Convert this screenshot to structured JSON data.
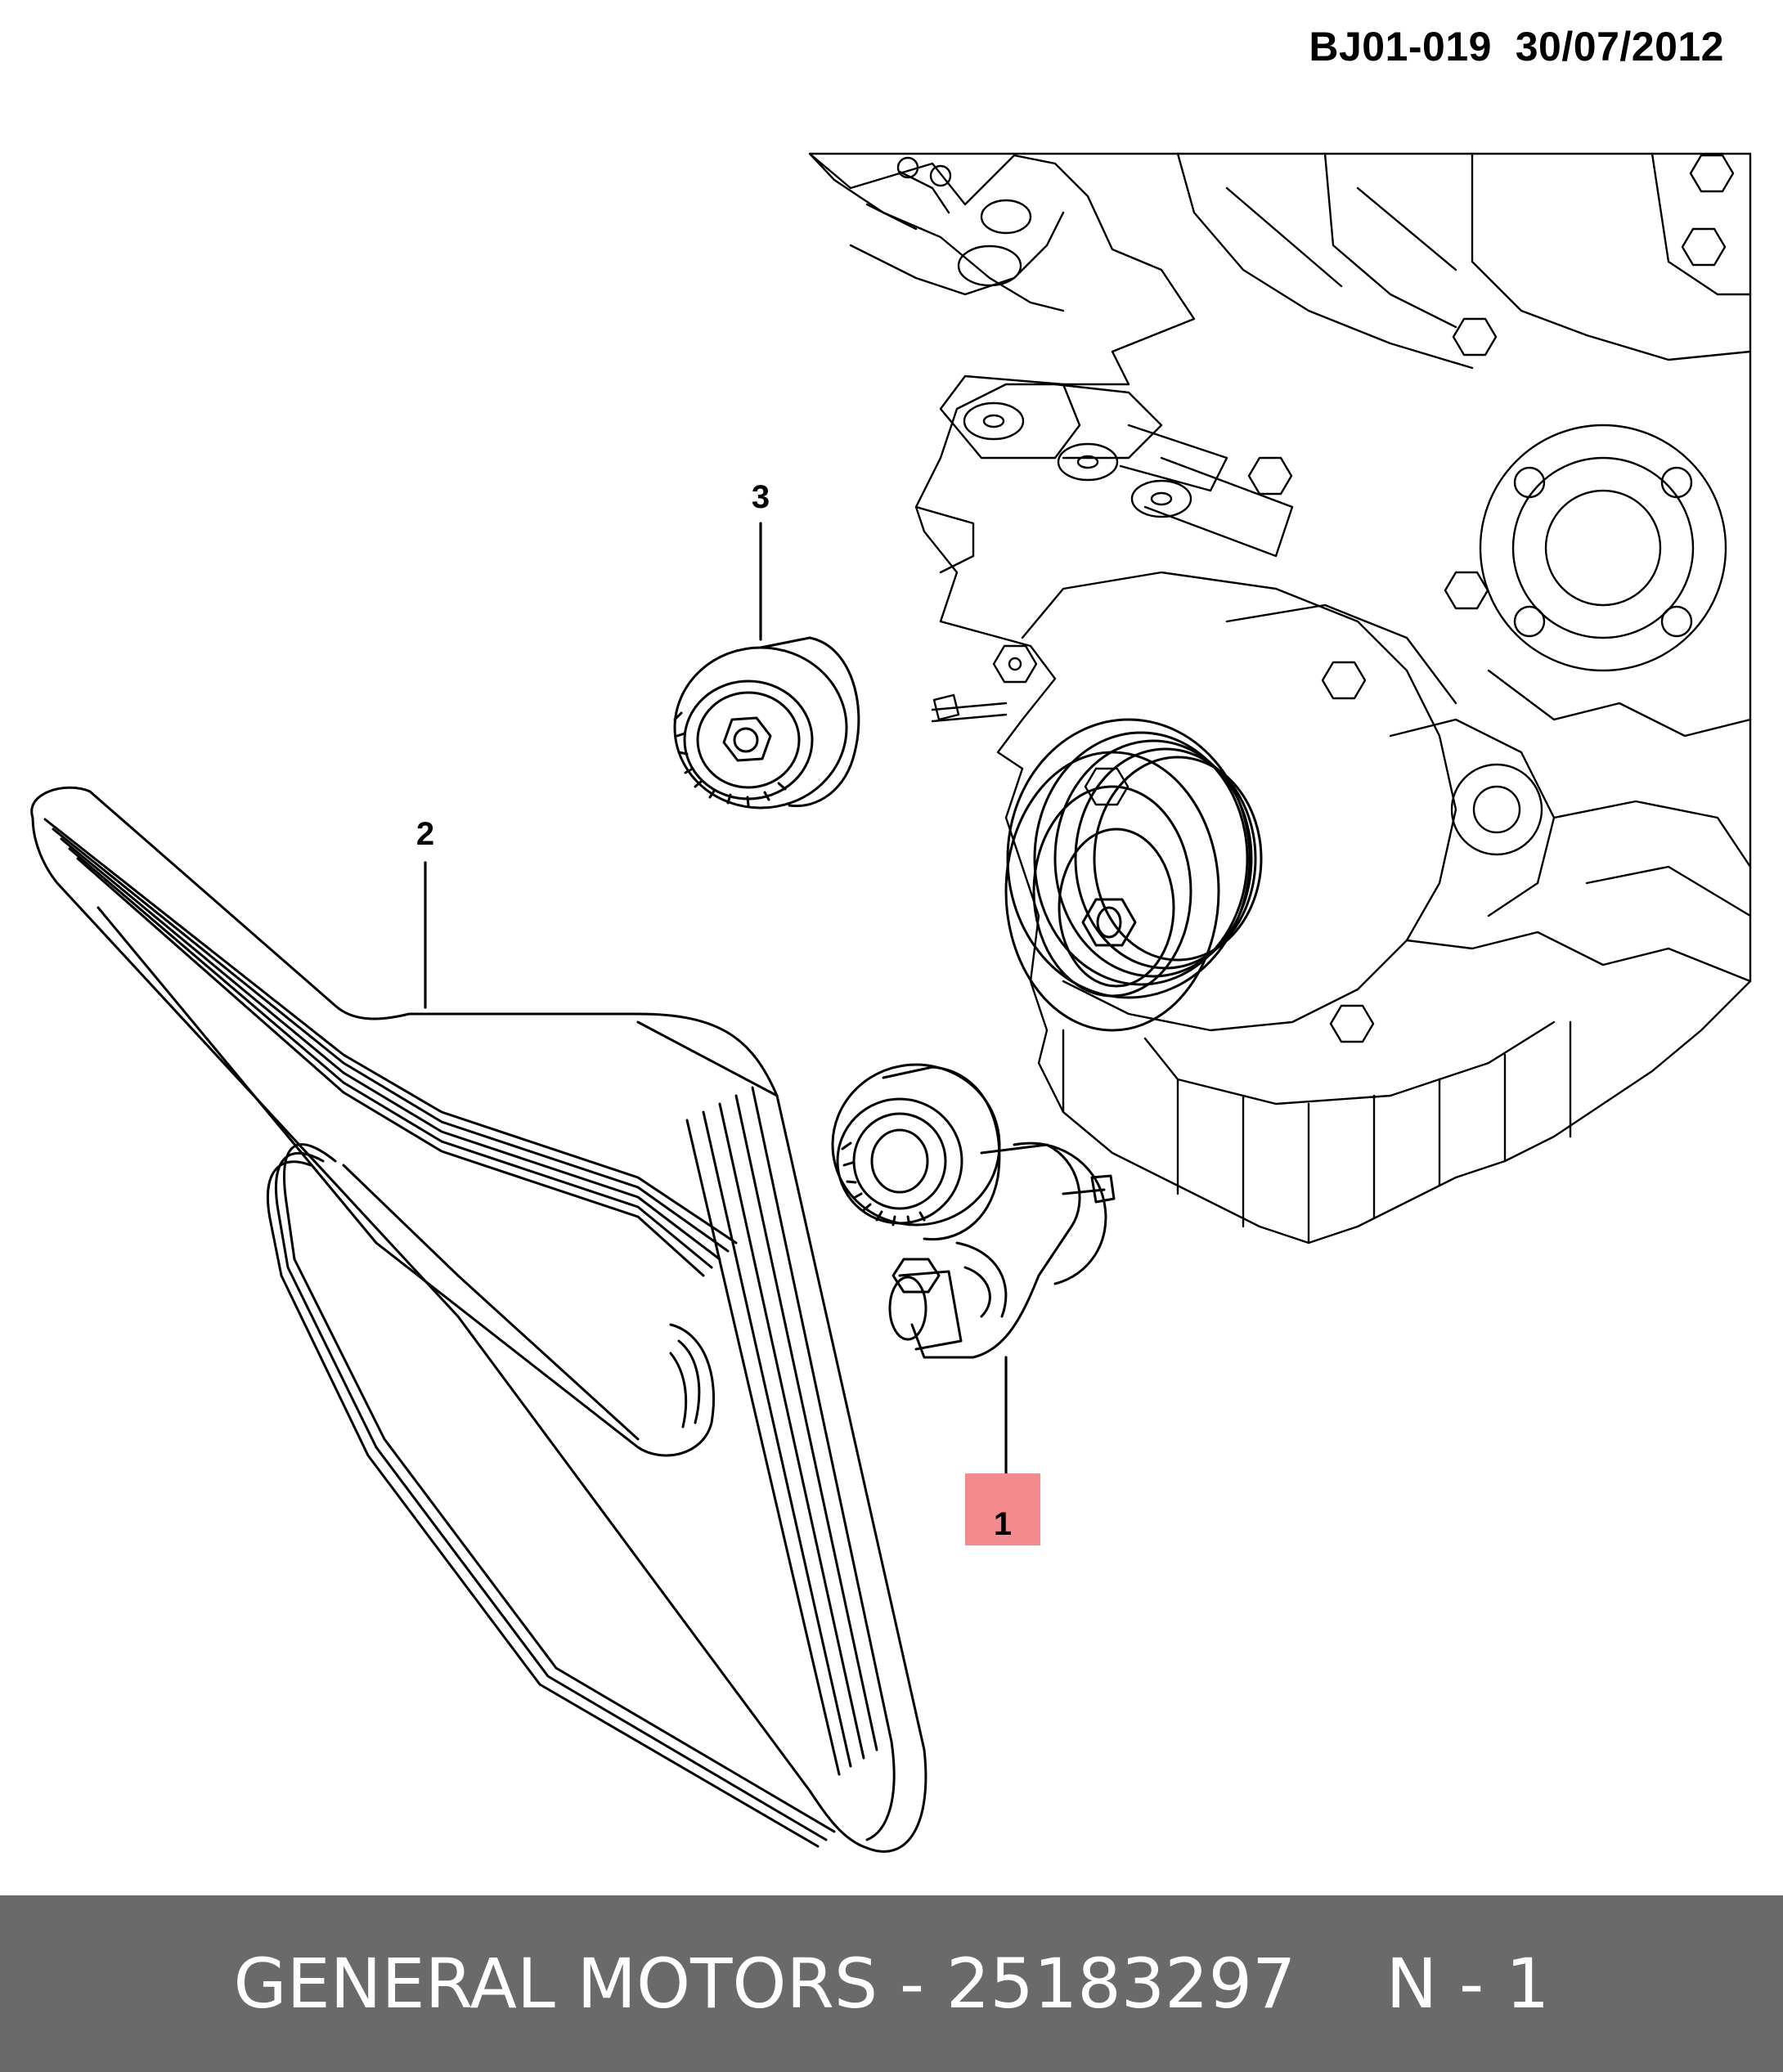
{
  "header": {
    "code": "BJ01-019",
    "date": "30/07/2012"
  },
  "callouts": [
    {
      "id": "1",
      "highlighted": true
    },
    {
      "id": "2",
      "highlighted": false
    },
    {
      "id": "3",
      "highlighted": false
    }
  ],
  "footer": {
    "part_text": "GENERAL MOTORS - 25183297",
    "qty_text": "N - 1"
  },
  "colors": {
    "highlight": "#f38b8e",
    "footer_bg": "#6a6a6a",
    "line": "#000000"
  }
}
